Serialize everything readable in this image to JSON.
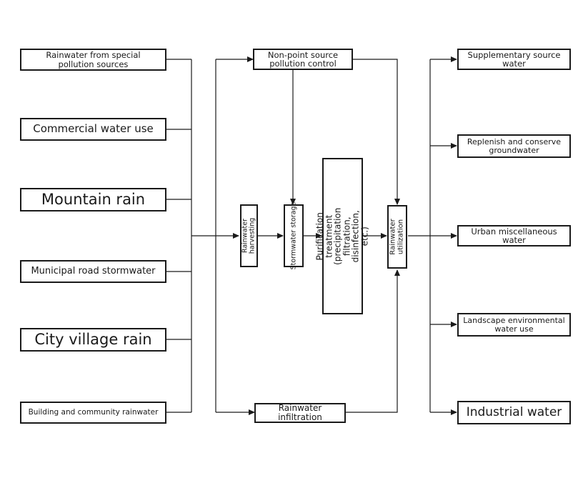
{
  "sources": {
    "special_pollution": "Rainwater from special pollution sources",
    "commercial": "Commercial water use",
    "mountain": "Mountain rain",
    "municipal_road": "Municipal road stormwater",
    "city_village": "City village rain",
    "building_community": "Building and community rainwater"
  },
  "process": {
    "non_point": "Non-point source pollution control",
    "harvesting": "Rainwater harvesting",
    "storage": "Stormwater storage",
    "purification": "Purification treatment (precipitation filtration, disinfection, etc.)",
    "utilization": "Rainwater utilization",
    "infiltration": "Rainwater infiltration"
  },
  "uses": {
    "supplementary": "Supplementary source water",
    "groundwater": "Replenish and conserve groundwater",
    "urban_misc": "Urban miscellaneous water",
    "landscape": "Landscape environmental water use",
    "industrial": "Industrial water"
  },
  "colors": {
    "line": "#1a1a1a",
    "background": "#ffffff"
  }
}
